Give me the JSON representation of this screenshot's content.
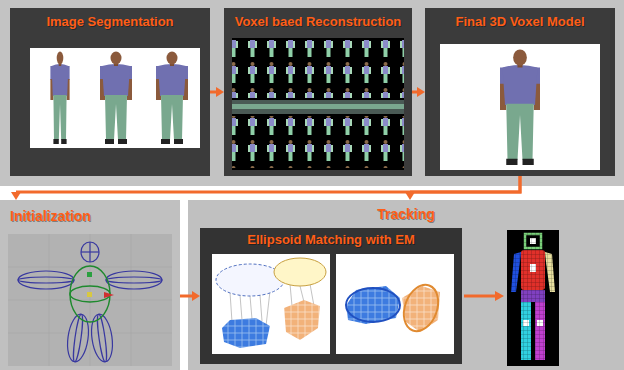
{
  "diagram": {
    "nodes": [
      {
        "text": [
          "Image Segmentation"
        ]
      },
      {
        "text": [
          "Voxel baed Reconstruction"
        ]
      },
      {
        "text": [
          "Final 3D Voxel Model"
        ]
      },
      {
        "text": [
          "Initialization"
        ]
      },
      {
        "text": [
          "Tracking"
        ]
      },
      {
        "text": [
          "Ellipsoid Matching with EM"
        ],
        "in": 4
      }
    ],
    "edges": [
      {
        "from": 0,
        "to": 1,
        "arrow": "to"
      },
      {
        "from": 1,
        "to": 2,
        "arrow": "to"
      },
      {
        "from": 2,
        "to": 3,
        "arrow": "to"
      },
      {
        "from": 2,
        "to": 4,
        "arrow": "to"
      },
      {
        "from": 3,
        "to": 5,
        "arrow": "to"
      }
    ]
  }
}
